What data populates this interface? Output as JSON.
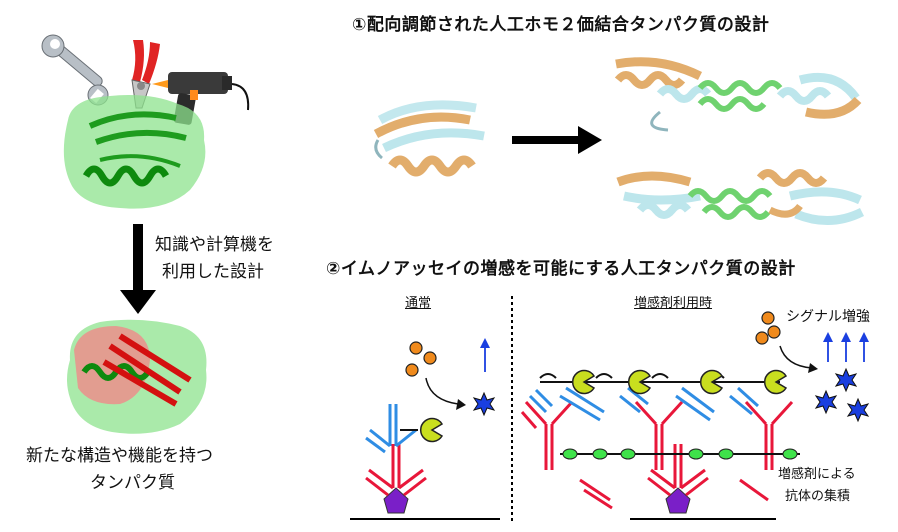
{
  "heading_1": "①配向調節された人工ホモ２価結合タンパク質の設計",
  "heading_2": "②イムノアッセイの増感を可能にする人工タンパク質の設計",
  "left": {
    "method_line1": "知識や計算機を",
    "method_line2": "利用した設計",
    "result_line1": "新たな構造や機能を持つ",
    "result_line2": "タンパク質"
  },
  "assay": {
    "normal_label": "通常",
    "enhancer_label": "増感剤利用時",
    "signal_label": "シグナル増強",
    "accum_line1": "増感剤による",
    "accum_line2": "抗体の集積"
  },
  "colors": {
    "green_protein": "#2fb52f",
    "red_protein": "#e41f24",
    "antibody_red": "#e8173a",
    "antibody_blue": "#2f8de4",
    "arrow_blue": "#1a3fe0",
    "pacman": "#c9de1f",
    "orange_ball": "#f08a1c",
    "star_blue": "#1a3fe0",
    "antigen_purple": "#7a1fc8",
    "link_green": "#3fe24a",
    "helix_tan": "#e2ad6c",
    "helix_cyan": "#bde6ec"
  }
}
